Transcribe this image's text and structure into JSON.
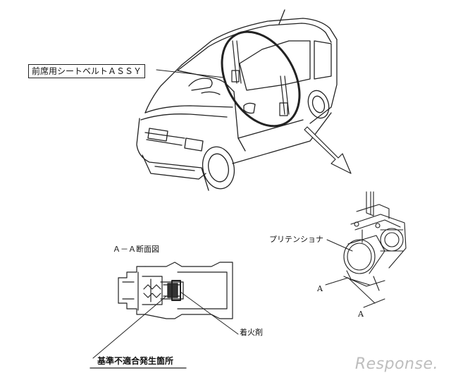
{
  "labels": {
    "seatbelt_assy": "前席用シートベルトＡＳＳＹ",
    "pretensioner": "プリテンショナ",
    "section_title": "Ａ－Ａ断面図",
    "section_a_top": "A",
    "section_a_bottom": "A",
    "igniter": "着火剤",
    "defect_location": "基準不適合発生箇所"
  },
  "watermark": "Response."
}
